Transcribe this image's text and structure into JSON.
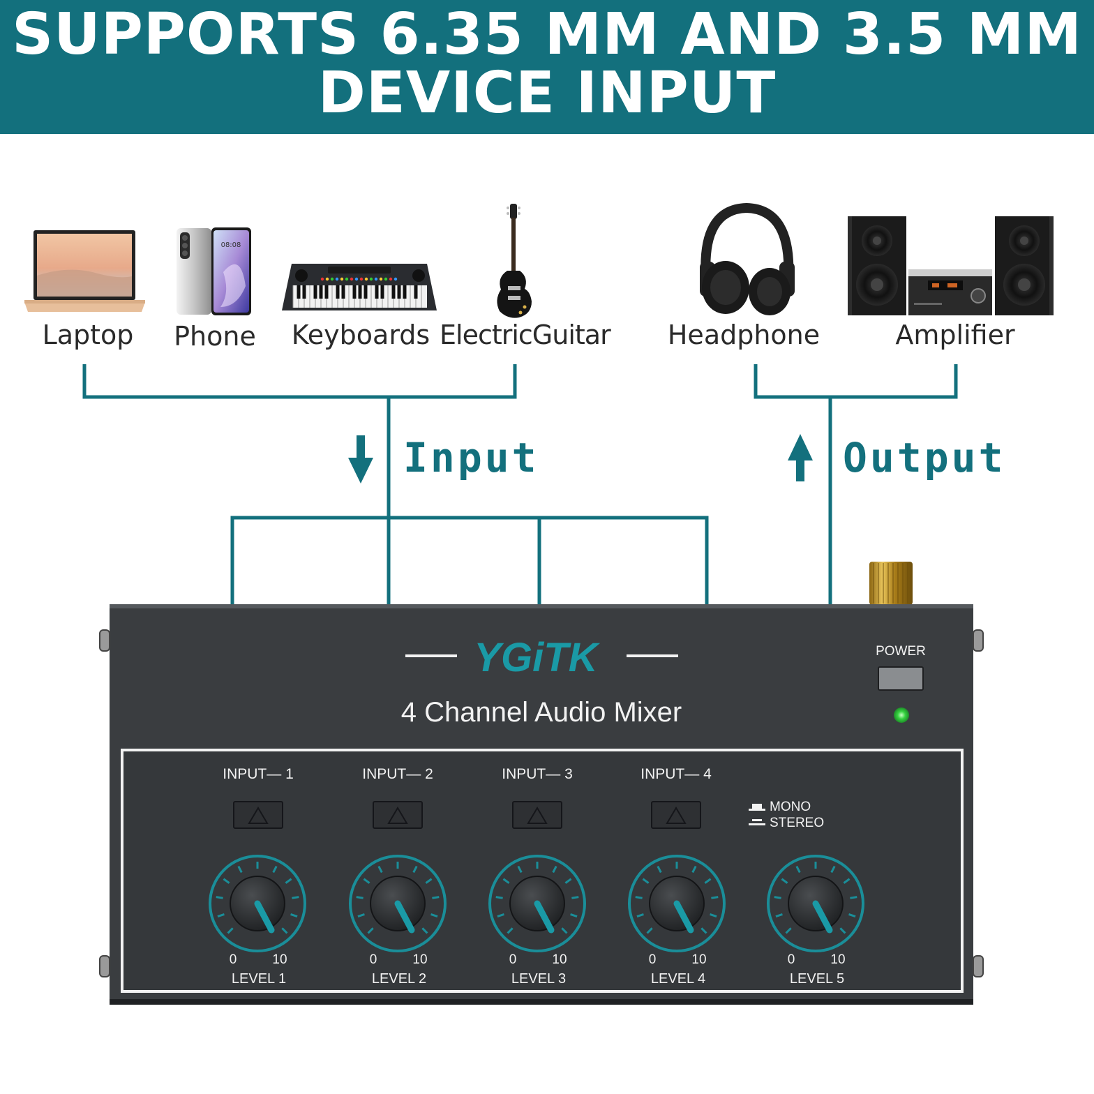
{
  "banner": {
    "line1": "SUPPORTS 6.35 MM AND 3.5 MM",
    "line2": "DEVICE INPUT"
  },
  "devices": {
    "inputs": [
      {
        "label": "Laptop",
        "icon": "laptop-icon"
      },
      {
        "label": "Phone",
        "icon": "phone-icon"
      },
      {
        "label": "Keyboards",
        "icon": "keyboard-icon"
      },
      {
        "label": "ElectricGuitar",
        "icon": "guitar-icon"
      }
    ],
    "outputs": [
      {
        "label": "Headphone",
        "icon": "headphone-icon"
      },
      {
        "label": "Amplifier",
        "icon": "amplifier-icon"
      }
    ]
  },
  "phone_screen_time": "08:08",
  "flow": {
    "input_label": "Input",
    "output_label": "Output"
  },
  "mixer": {
    "brand": "YGiTK",
    "model": "4 Channel Audio Mixer",
    "power_label": "POWER",
    "mode_mono": "MONO",
    "mode_stereo": "STEREO",
    "inputs": [
      {
        "label": "INPUT— 1"
      },
      {
        "label": "INPUT— 2"
      },
      {
        "label": "INPUT— 3"
      },
      {
        "label": "INPUT— 4"
      }
    ],
    "knobs": [
      {
        "label": "LEVEL  1",
        "min": "0",
        "max": "10"
      },
      {
        "label": "LEVEL  2",
        "min": "0",
        "max": "10"
      },
      {
        "label": "LEVEL  3",
        "min": "0",
        "max": "10"
      },
      {
        "label": "LEVEL  4",
        "min": "0",
        "max": "10"
      },
      {
        "label": "LEVEL  5",
        "min": "0",
        "max": "10"
      }
    ]
  },
  "colors": {
    "teal": "#13707d",
    "mixer_body": "#3a3d40",
    "led": "#35d23f"
  }
}
